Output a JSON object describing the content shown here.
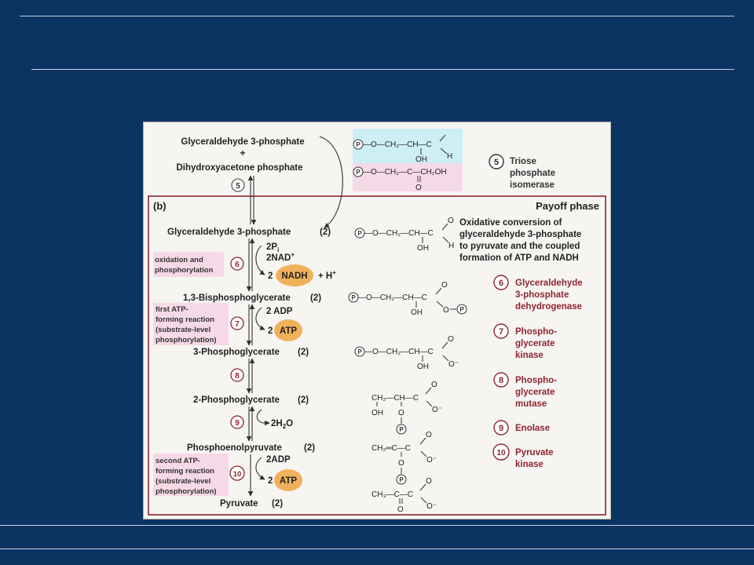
{
  "slide": {
    "background": "#0c3463"
  },
  "figure": {
    "panel_label": "(b)",
    "panel_title": "Payoff phase",
    "intro": {
      "substrate_a": "Glyceraldehyde 3-phosphate",
      "plus": "+",
      "substrate_b": "Dihydroxyacetone phosphate",
      "step_number": "5",
      "enzyme_lines": [
        "Triose",
        "phosphate",
        "isomerase"
      ],
      "highlight_colors": {
        "top": "#cdeef5",
        "bottom": "#f6d9e6"
      }
    },
    "metabolites": {
      "gap": "Glyceraldehyde 3-phosphate",
      "gap_qty": "(2)",
      "bpg": "1,3-Bisphosphoglycerate",
      "bpg_qty": "(2)",
      "pg3": "3-Phosphoglycerate",
      "pg3_qty": "(2)",
      "pg2": "2-Phosphoglycerate",
      "pg2_qty": "(2)",
      "pep": "Phosphoenolpyruvate",
      "pep_qty": "(2)",
      "pyr": "Pyruvate",
      "pyr_qty": "(2)"
    },
    "cofactors": {
      "pi": "2P",
      "pi_sub": "i",
      "nad": "2NAD",
      "nad_sup": "+",
      "nadh_coef": "2",
      "nadh": "NADH",
      "proton": "+ H",
      "proton_sup": "+",
      "adp1": "2 ADP",
      "atp1_coef": "2",
      "atp1": "ATP",
      "water_pre": "2H",
      "water_sub": "2",
      "water_post": "O",
      "adp2": "2ADP",
      "atp2_coef": "2",
      "atp2": "ATP",
      "highlight_color": "#f0b15a"
    },
    "side_notes": {
      "oxidation": [
        "oxidation and",
        "phosphorylation"
      ],
      "first_atp": [
        "first ATP-",
        "forming reaction",
        "(substrate-level",
        "phosphorylation)"
      ],
      "second_atp": [
        "second ATP-",
        "forming reaction",
        "(substrate-level",
        "phosphorylation)"
      ],
      "color": "#f6d9e6"
    },
    "step_numbers": [
      "6",
      "7",
      "8",
      "9",
      "10"
    ],
    "description": [
      "Oxidative conversion of",
      "glyceraldehyde 3-phosphate",
      "to pyruvate and the coupled",
      "formation of ATP and NADH"
    ],
    "enzymes": [
      {
        "number": "6",
        "lines": [
          "Glyceraldehyde",
          "3-phosphate",
          "dehydrogenase"
        ]
      },
      {
        "number": "7",
        "lines": [
          "Phospho-",
          "glycerate",
          "kinase"
        ]
      },
      {
        "number": "8",
        "lines": [
          "Phospho-",
          "glycerate",
          "mutase"
        ]
      },
      {
        "number": "9",
        "lines": [
          "Enolase"
        ]
      },
      {
        "number": "10",
        "lines": [
          "Pyruvate",
          "kinase"
        ]
      }
    ],
    "enzyme_color": "#8c2530",
    "structures": {
      "p": "P",
      "gap_chain": "—O—CH₂—CH—C",
      "dhap_chain": "—O—CH₂—C—CH₂OH",
      "oh": "OH",
      "o": "O",
      "h": "H",
      "o_minus": "O⁻",
      "bpg_chain": "—O—CH₂—CH—C",
      "pg2_chain": "CH₂—CH—C",
      "pep_chain": "CH₂═C—C",
      "pyr_chain": "CH₃—C—C"
    }
  }
}
